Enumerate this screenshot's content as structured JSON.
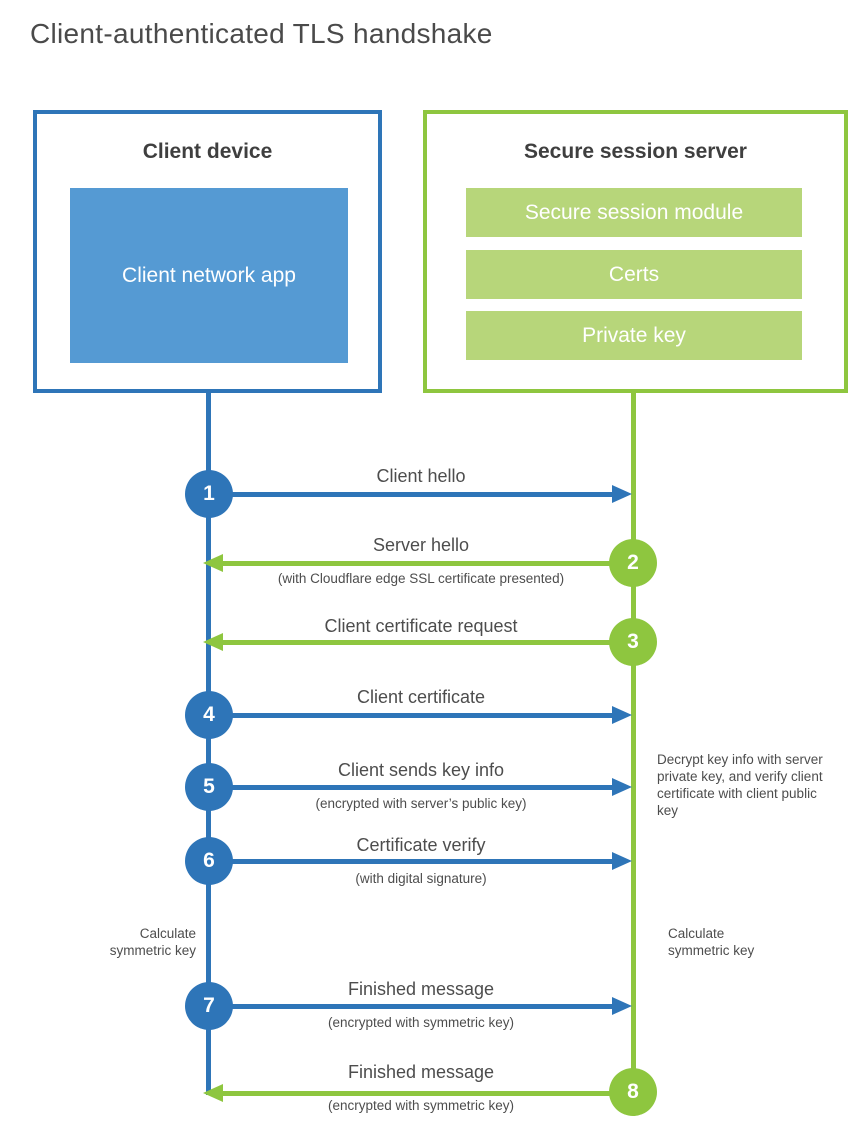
{
  "title": "Client-authenticated TLS handshake",
  "colors": {
    "blue": "#2e75b8",
    "blue_fill": "#559ad3",
    "green": "#8ec63f",
    "green_fill": "#b7d67a",
    "text": "#4d4d4d",
    "heading": "#3f3f3f"
  },
  "client_box": {
    "title": "Client device",
    "app_label": "Client network app"
  },
  "server_box": {
    "title": "Secure session server",
    "modules": [
      "Secure session module",
      "Certs",
      "Private key"
    ]
  },
  "steps": [
    {
      "num": "1",
      "label": "Client hello",
      "sub": "",
      "from": "client",
      "to": "server"
    },
    {
      "num": "2",
      "label": "Server hello",
      "sub": "(with Cloudflare edge SSL certificate presented)",
      "from": "server",
      "to": "client"
    },
    {
      "num": "3",
      "label": "Client certificate request",
      "sub": "",
      "from": "server",
      "to": "client"
    },
    {
      "num": "4",
      "label": "Client certificate",
      "sub": "",
      "from": "client",
      "to": "server"
    },
    {
      "num": "5",
      "label": "Client sends key info",
      "sub": "(encrypted with server’s public key)",
      "from": "client",
      "to": "server"
    },
    {
      "num": "6",
      "label": "Certificate verify",
      "sub": "(with digital signature)",
      "from": "client",
      "to": "server"
    },
    {
      "num": "7",
      "label": "Finished message",
      "sub": "(encrypted with symmetric key)",
      "from": "client",
      "to": "server"
    },
    {
      "num": "8",
      "label": "Finished message",
      "sub": "(encrypted with symmetric key)",
      "from": "server",
      "to": "client"
    }
  ],
  "annotations": {
    "server_decrypt_note": "Decrypt key info with server private key, and verify client certificate with client public key",
    "client_calculate_note": "Calculate symmetric key",
    "server_calculate_note": "Calculate symmetric key"
  }
}
